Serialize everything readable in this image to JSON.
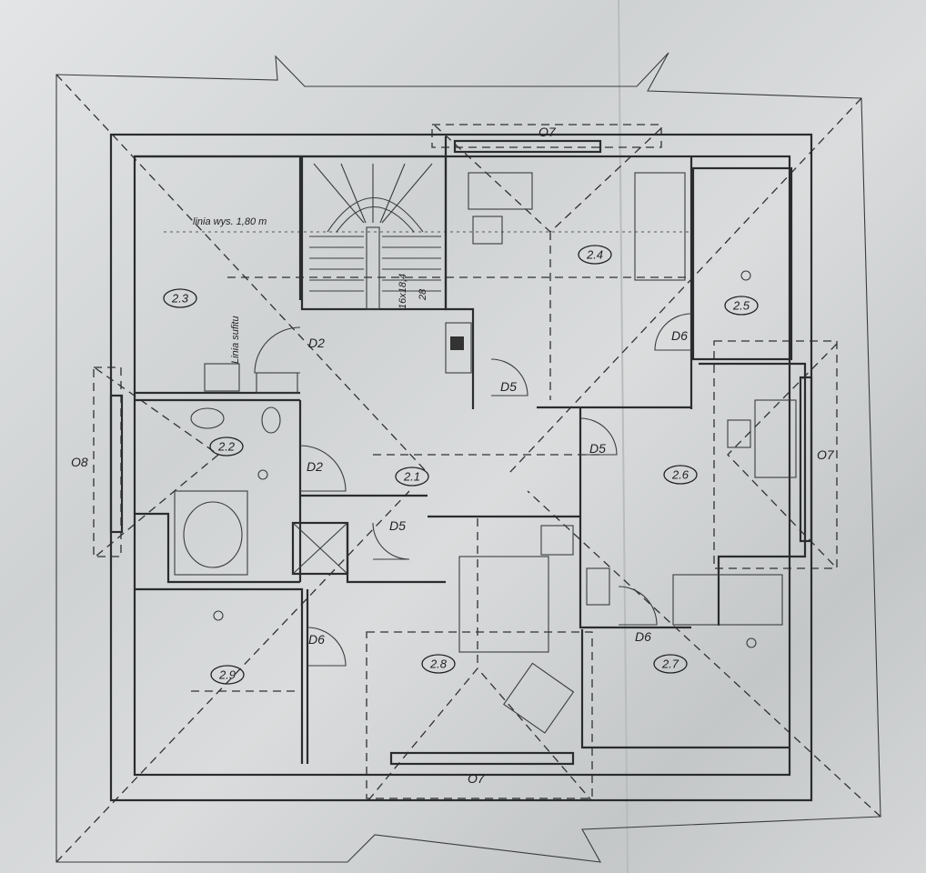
{
  "rooms": {
    "r21": "2.1",
    "r22": "2.2",
    "r23": "2.3",
    "r24": "2.4",
    "r25": "2.5",
    "r26": "2.6",
    "r27": "2.7",
    "r28": "2.8",
    "r29": "2.9"
  },
  "doors": {
    "d2_top": "D2",
    "d2_bath": "D2",
    "d5_upper": "D5",
    "d5_right": "D5",
    "d5_lower": "D5",
    "d6_upper": "D6",
    "d6_left": "D6",
    "d6_lower": "D6"
  },
  "windows": {
    "o7_top": "O7",
    "o7_right": "O7",
    "o7_bottom": "O7",
    "o8_left": "O8"
  },
  "notes": {
    "height_line": "linia wys. 1,80 m",
    "ceiling_line": "Linia sufitu",
    "stair_spec": "16x18,4",
    "stair_depth": "28"
  }
}
